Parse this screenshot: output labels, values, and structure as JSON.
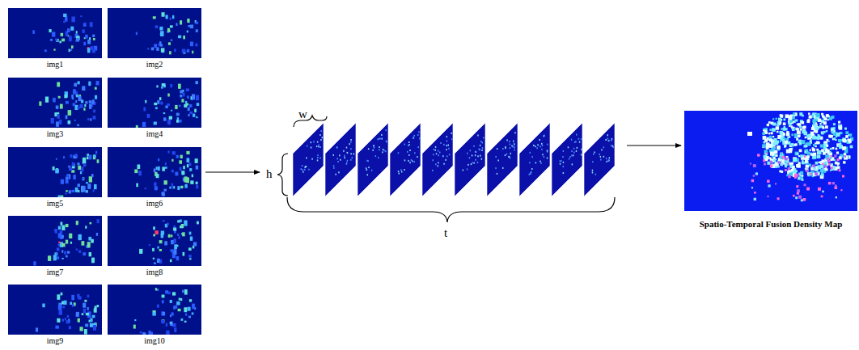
{
  "diagram": {
    "nodes": [
      {
        "text": [
          "img1"
        ]
      },
      {
        "text": [
          "img2"
        ]
      },
      {
        "text": [
          "img3"
        ]
      },
      {
        "text": [
          "img4"
        ]
      },
      {
        "text": [
          "img5"
        ]
      },
      {
        "text": [
          "img6"
        ]
      },
      {
        "text": [
          "img7"
        ]
      },
      {
        "text": [
          "img8"
        ]
      },
      {
        "text": [
          "img9"
        ]
      },
      {
        "text": [
          "img10"
        ]
      },
      {
        "text": [
          "w",
          "h",
          "t"
        ]
      },
      {
        "text": [
          "Spatio-Temporal Fusion Density Map"
        ]
      }
    ],
    "edges": [
      {
        "from": 5,
        "to": 10,
        "arrow": "to"
      },
      {
        "from": 10,
        "to": 11,
        "arrow": "to"
      }
    ]
  }
}
